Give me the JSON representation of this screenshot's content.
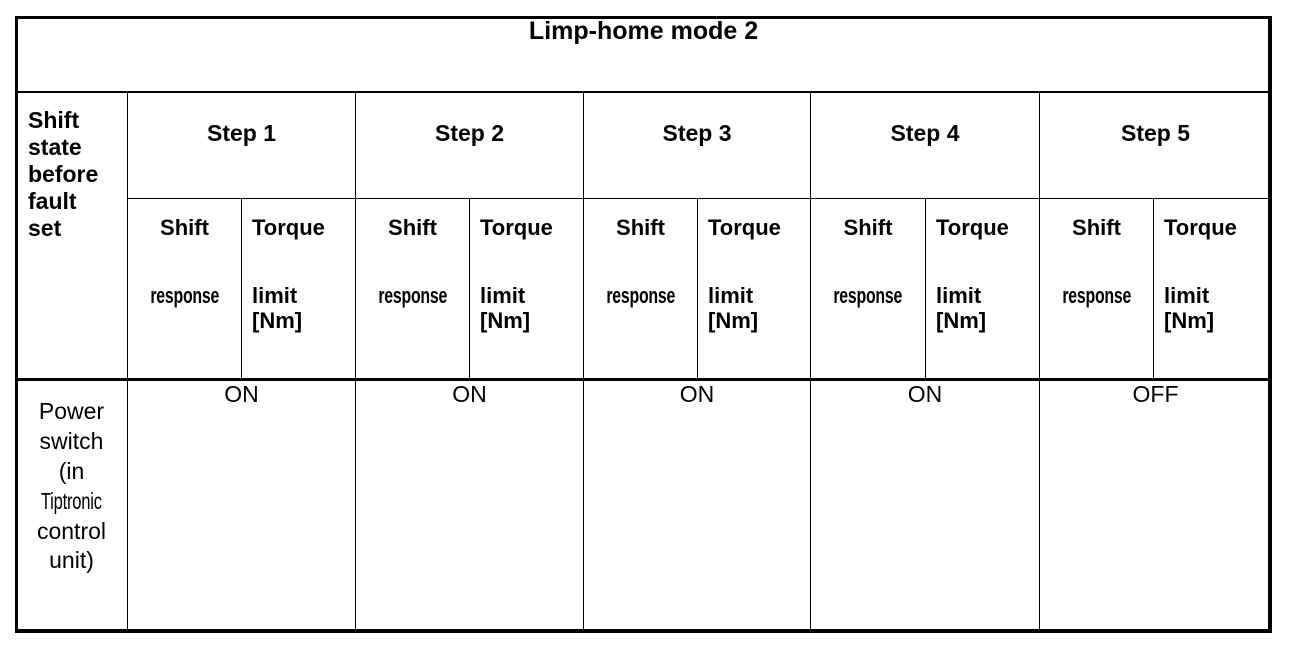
{
  "table": {
    "title": "Limp-home mode 2",
    "row_header_top": "Shift\nstate",
    "row_header_top_line1": "Shift",
    "row_header_top_line2": "state",
    "row_header_sub_line1": "before",
    "row_header_sub_line2": "fault",
    "row_header_sub_line3": "set",
    "steps": [
      {
        "label": "Step 1"
      },
      {
        "label": "Step 2"
      },
      {
        "label": "Step 3"
      },
      {
        "label": "Step 4"
      },
      {
        "label": "Step 5"
      }
    ],
    "sub_headers": {
      "shift_line1": "Shift",
      "shift_line2": "response",
      "torque_line1": "Torque",
      "torque_line2": "limit",
      "torque_line3": "[Nm]"
    },
    "rows": [
      {
        "label_lines": [
          "Power",
          "switch",
          "(in",
          "Tiptronic",
          "control",
          "unit)"
        ],
        "values": [
          "ON",
          "ON",
          "ON",
          "ON",
          "OFF"
        ]
      }
    ]
  }
}
